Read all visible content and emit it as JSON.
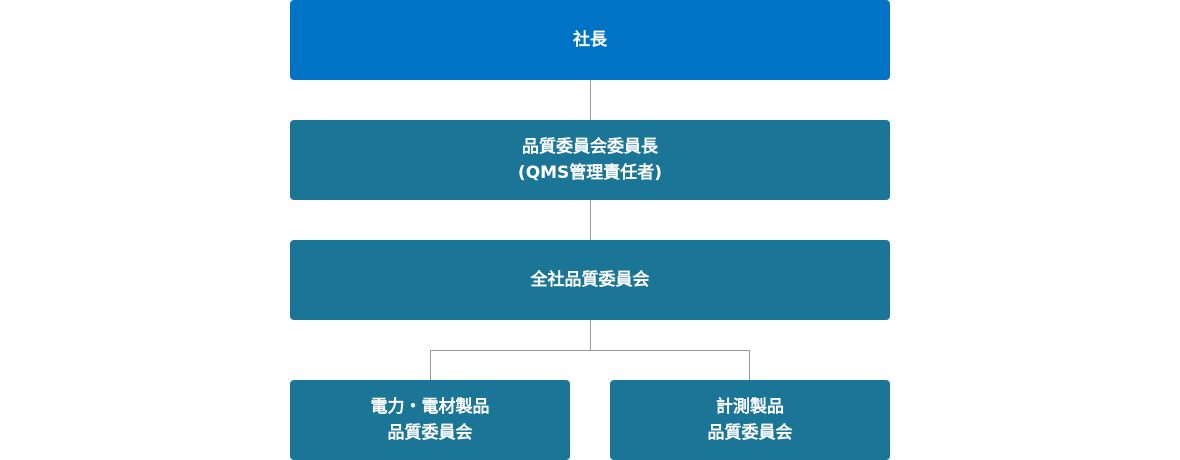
{
  "colors": {
    "top": "#0073c6",
    "mid": "#1a7597",
    "connector": "#999999"
  },
  "nodes": {
    "president": {
      "lines": [
        "社長"
      ]
    },
    "qms_chair": {
      "lines": [
        "品質委員会委員長",
        "(QMS管理責任者)"
      ]
    },
    "company_committee": {
      "lines": [
        "全社品質委員会"
      ]
    },
    "power_committee": {
      "lines": [
        "電力・電材製品",
        "品質委員会"
      ]
    },
    "measure_committee": {
      "lines": [
        "計測製品",
        "品質委員会"
      ]
    }
  }
}
